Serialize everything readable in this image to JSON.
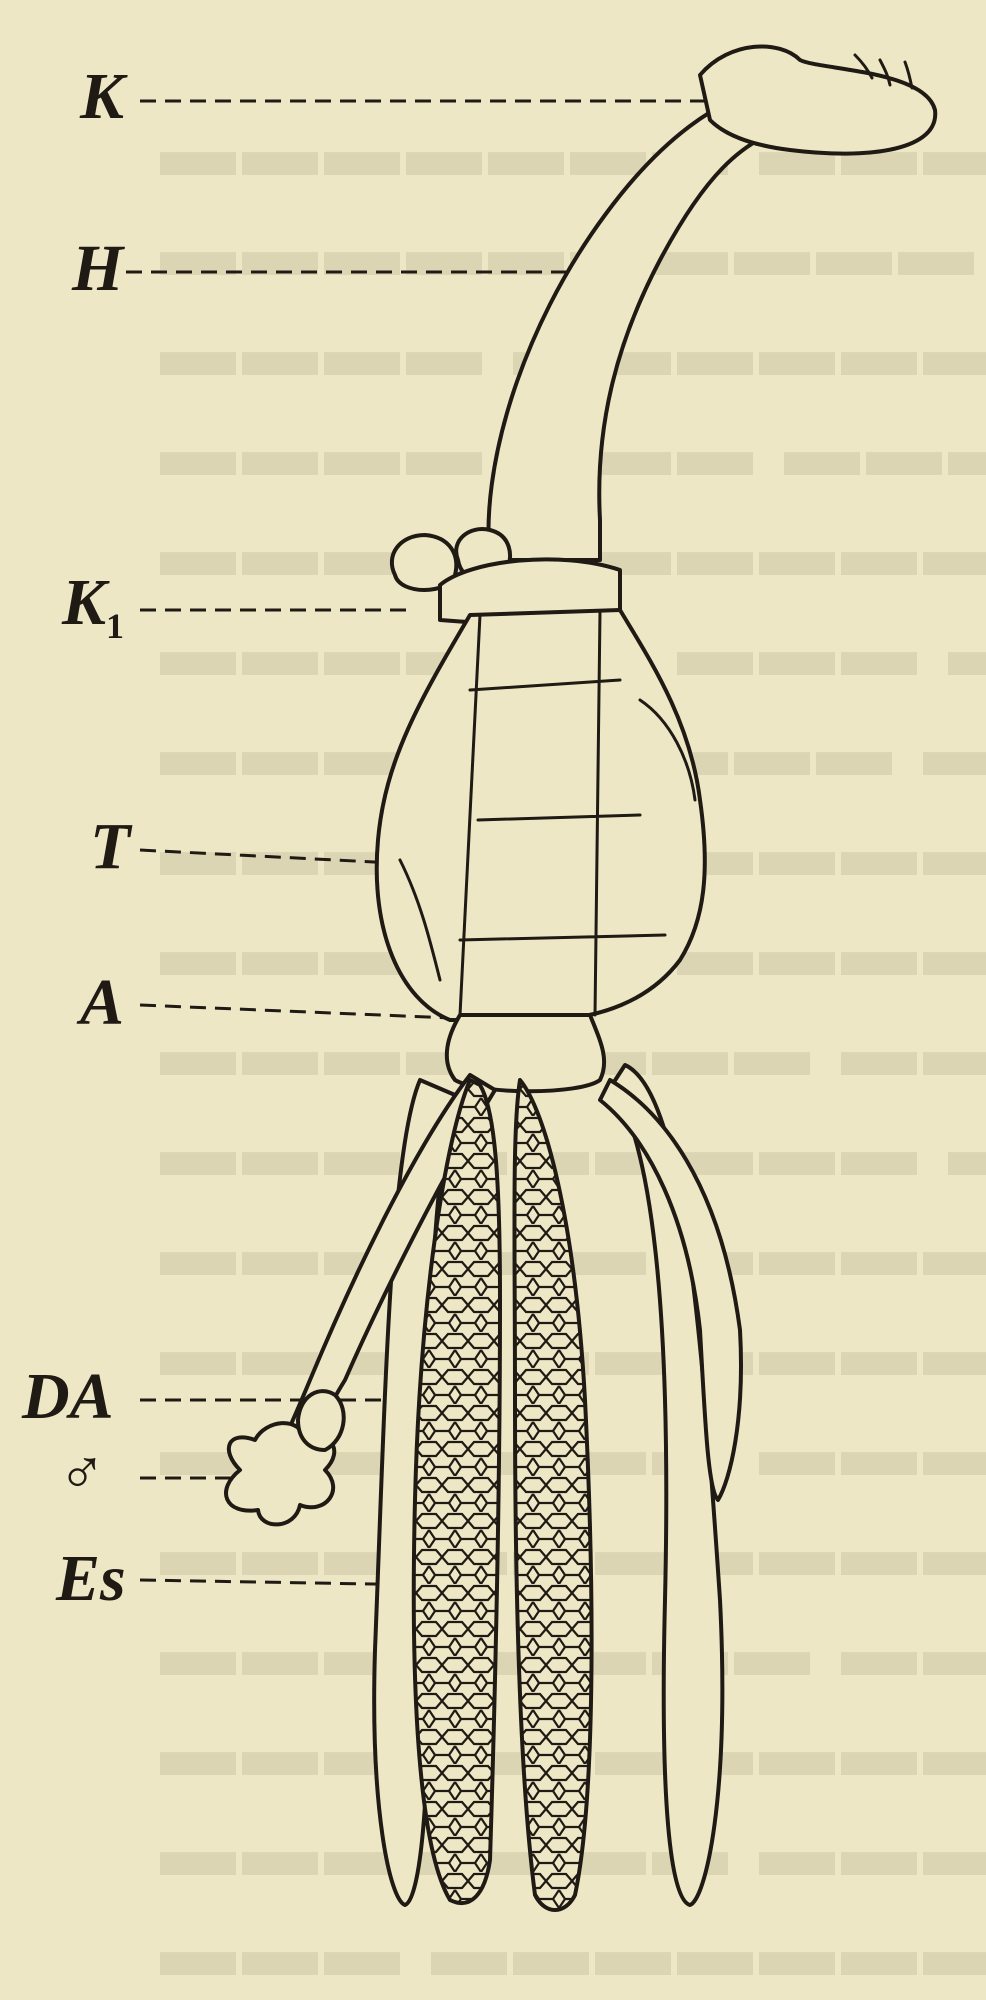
{
  "figure": {
    "background_color": "#eee7c6",
    "ink_color": "#1f1a14",
    "labels": {
      "K": "K",
      "H": "H",
      "K1_main": "K",
      "K1_sub": "1",
      "T": "T",
      "A": "A",
      "DA": "DA",
      "male": "♂",
      "Es": "Es"
    }
  }
}
